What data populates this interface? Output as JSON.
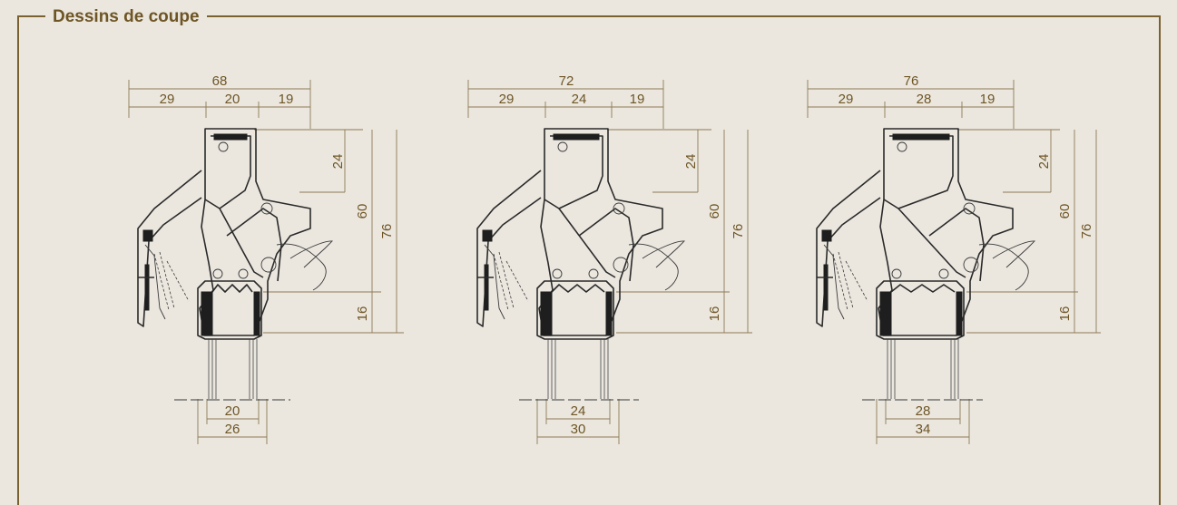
{
  "legend": "Dessins de coupe",
  "drawings": [
    {
      "id": "a",
      "total_width": "68",
      "left": "29",
      "mid": "20",
      "right": "19",
      "h_top": "24",
      "h_mid": "60",
      "h_total": "76",
      "h_bottom": "16",
      "glass": "20",
      "frame": "26"
    },
    {
      "id": "b",
      "total_width": "72",
      "left": "29",
      "mid": "24",
      "right": "19",
      "h_top": "24",
      "h_mid": "60",
      "h_total": "76",
      "h_bottom": "16",
      "glass": "24",
      "frame": "30"
    },
    {
      "id": "c",
      "total_width": "76",
      "left": "29",
      "mid": "28",
      "right": "19",
      "h_top": "24",
      "h_mid": "60",
      "h_total": "76",
      "h_bottom": "16",
      "glass": "28",
      "frame": "34"
    }
  ],
  "colors": {
    "accent": "#6e5524",
    "border": "#7a6230",
    "background": "#ebe7df"
  }
}
